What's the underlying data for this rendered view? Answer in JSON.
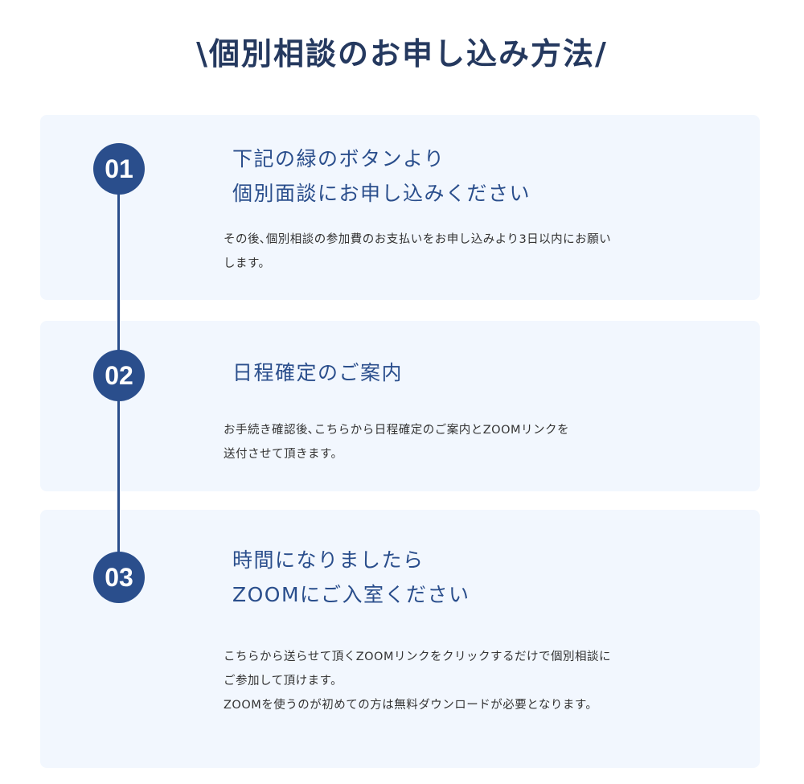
{
  "heading": "\\個別相談のお申し込み方法/",
  "steps": [
    {
      "number": "01",
      "title": [
        "下記の緑のボタンより",
        "個別面談にお申し込みください"
      ],
      "body": [
        "その後､個別相談の参加費のお支払いをお申し込みより3日以内にお願い",
        "します。"
      ]
    },
    {
      "number": "02",
      "title": [
        "日程確定のご案内"
      ],
      "body": [
        "お手続き確認後､こちらから日程確定のご案内とZOOMリンクを",
        "送付させて頂きます。"
      ]
    },
    {
      "number": "03",
      "title": [
        "時間になりましたら",
        "ZOOMにご入室ください"
      ],
      "body": [
        "こちらから送らせて頂くZOOMリンクをクリックするだけで個別相談に",
        "ご参加して頂けます。",
        "ZOOMを使うのが初めての方は無料ダウンロードが必要となります。"
      ]
    }
  ],
  "colors": {
    "accent": "#2a4e8c",
    "card": "#f2f7fe"
  }
}
